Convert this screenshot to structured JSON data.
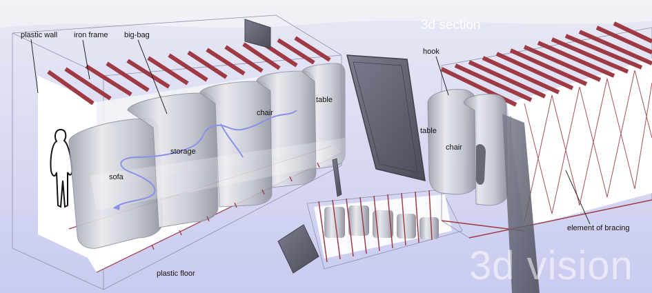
{
  "titles": {
    "section": "3d section",
    "vision": "3d vision"
  },
  "labels": {
    "plastic_wall": "plastic wall",
    "iron_frame": "iron frame",
    "big_bag": "big-bag",
    "table_left": "table",
    "chair_left": "chair",
    "storage": "storage",
    "sofa": "sofa",
    "plastic_floor": "plastic floor",
    "hook": "hook",
    "table_right": "table",
    "chair_right": "chair",
    "element_of_bracing": "element of bracing"
  },
  "colors": {
    "background": "#c9cbf0",
    "frame_red": "#9e3a44",
    "panel_white": "#ffffff",
    "bag_grey": "#b9bcc6",
    "screen_dark": "#5d6070",
    "path_blue": "#8a90e8"
  }
}
